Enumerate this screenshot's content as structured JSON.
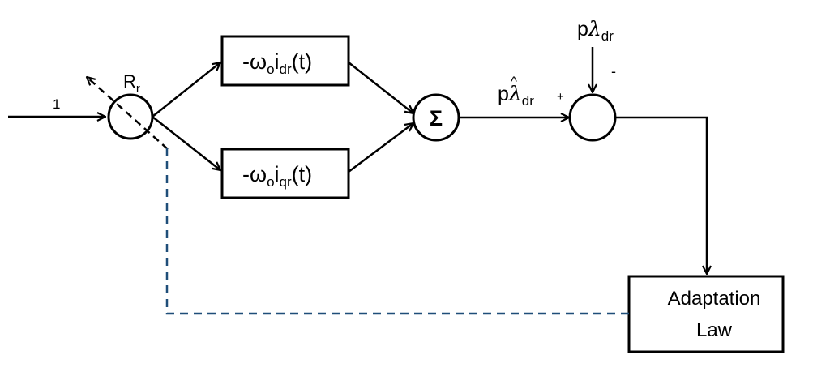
{
  "diagram": {
    "input_label": "1",
    "resistance": {
      "main": "R",
      "sub": "r"
    },
    "block_d": {
      "prefix": "-ω",
      "omega_sub": "o",
      "var": "i",
      "var_sub": "dr",
      "suffix": "(t)"
    },
    "block_q": {
      "prefix": "-ω",
      "omega_sub": "o",
      "var": "i",
      "var_sub": "qr",
      "suffix": "(t)"
    },
    "sum_symbol": "Σ",
    "estimate": {
      "p": "p",
      "lambda": "λ",
      "hat": "^",
      "sub": "dr"
    },
    "reference": {
      "p": "p",
      "lambda": "λ",
      "sub": "dr"
    },
    "sign_plus": "+",
    "sign_minus": "-",
    "adaptation": {
      "line1": "Adaptation",
      "line2": "Law"
    },
    "colors": {
      "line": "#000000",
      "feedback_dash": "#1f4e79"
    }
  }
}
